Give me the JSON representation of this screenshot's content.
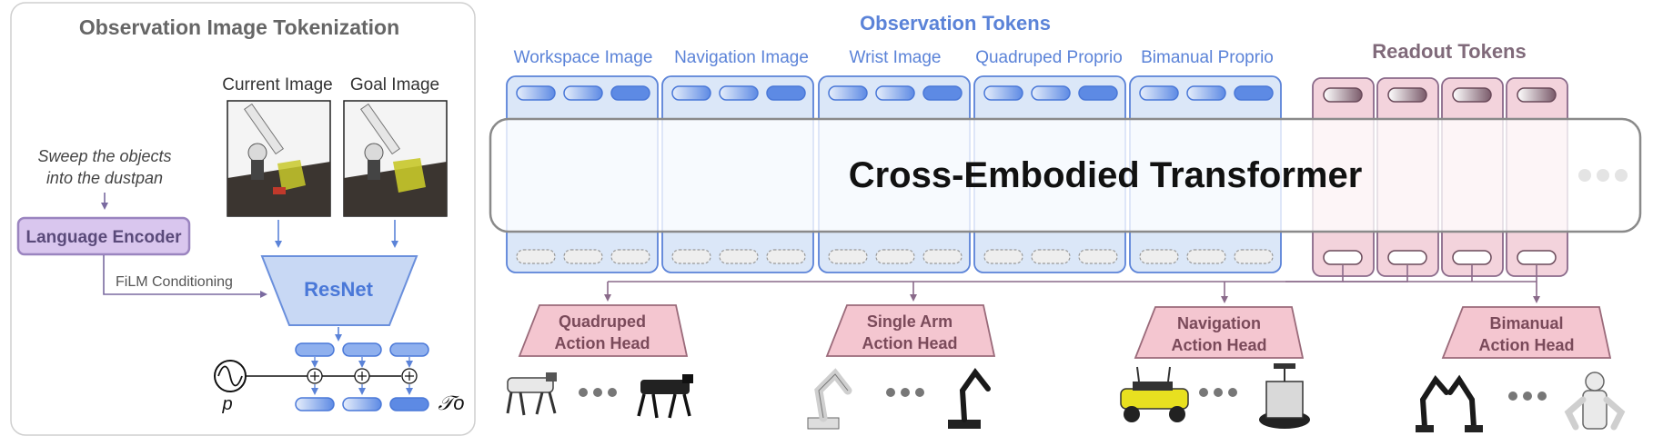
{
  "left_panel": {
    "title": "Observation Image Tokenization",
    "current_image_label": "Current Image",
    "goal_image_label": "Goal Image",
    "instruction_line1": "Sweep the objects",
    "instruction_line2": "into the dustpan",
    "language_encoder_label": "Language Encoder",
    "film_label": "FiLM Conditioning",
    "resnet_label": "ResNet",
    "p_label": "p",
    "tau_label": "𝒯o"
  },
  "observation_tokens": {
    "title": "Observation Tokens",
    "groups": [
      {
        "label": "Workspace Image"
      },
      {
        "label": "Navigation Image"
      },
      {
        "label": "Wrist Image"
      },
      {
        "label": "Quadruped Proprio"
      },
      {
        "label": "Bimanual Proprio"
      }
    ]
  },
  "readout_tokens": {
    "title": "Readout Tokens",
    "count": 4
  },
  "transformer": {
    "label": "Cross-Embodied Transformer"
  },
  "heads": [
    {
      "line1": "Quadruped",
      "line2": "Action Head"
    },
    {
      "line1": "Single Arm",
      "line2": "Action Head"
    },
    {
      "line1": "Navigation",
      "line2": "Action Head"
    },
    {
      "line1": "Bimanual",
      "line2": "Action Head"
    }
  ],
  "robots": [
    {
      "left": "quadruped-white-icon",
      "right": "quadruped-black-icon"
    },
    {
      "left": "robot-arm-white-icon",
      "right": "robot-arm-black-icon"
    },
    {
      "left": "mobile-rover-icon",
      "right": "mobile-base-icon"
    },
    {
      "left": "bimanual-black-icon",
      "right": "bimanual-white-icon"
    }
  ],
  "colors": {
    "obs_fill": "#dbe7f8",
    "obs_stroke": "#5b83d8",
    "readout_fill": "#f3d3dc",
    "readout_stroke": "#8a6a8a",
    "head_fill": "#f4c6d0",
    "lang_fill": "#d9c6ee",
    "resnet_fill": "#c8d8f4",
    "title_blue": "#5b83d8",
    "title_gray": "#666666"
  }
}
